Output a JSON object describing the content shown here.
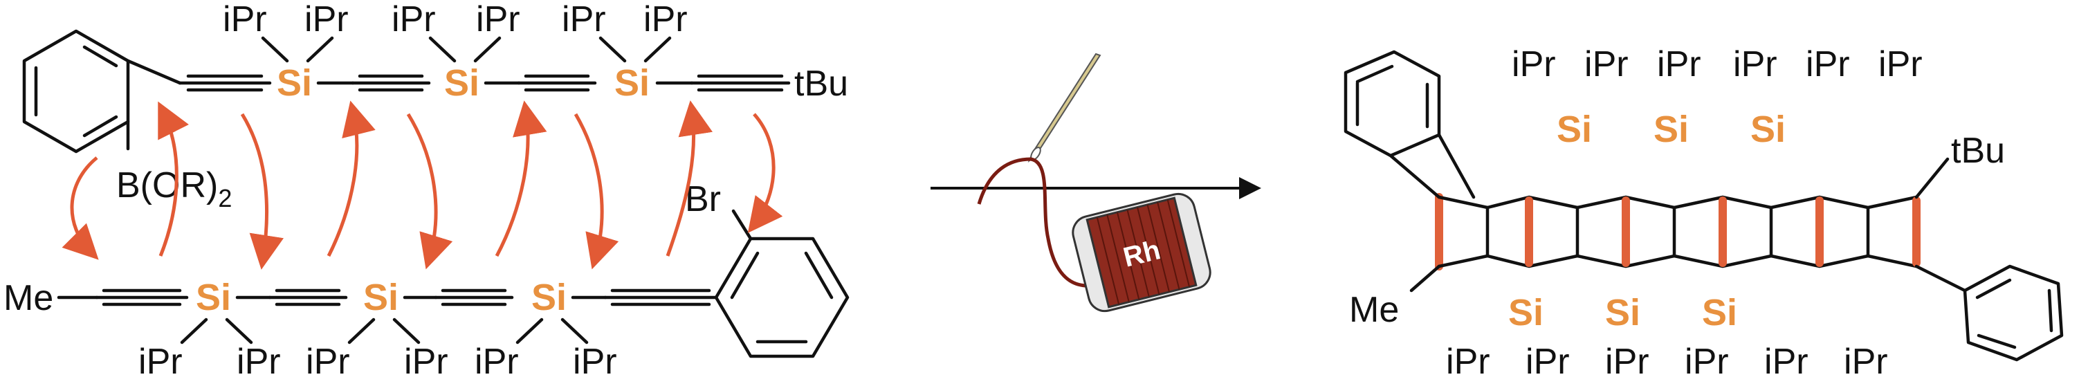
{
  "labels": {
    "me": "Me",
    "tbu_prefix": "t",
    "tbu": "Bu",
    "boron": "B(OR)",
    "boron_sub": "2",
    "bromo": "Br",
    "si": "Si",
    "ipr_prefix": "i",
    "ipr": "Pr",
    "catalyst": "Rh"
  },
  "colors": {
    "bond": "#111111",
    "silicon": "#e8913f",
    "highlight_bond": "#e0613a",
    "arrows": "#e25a35",
    "spool": "#8e2a1e"
  },
  "icons": [
    "needle-icon",
    "thread-icon",
    "spool-icon",
    "reaction-arrow-icon"
  ]
}
